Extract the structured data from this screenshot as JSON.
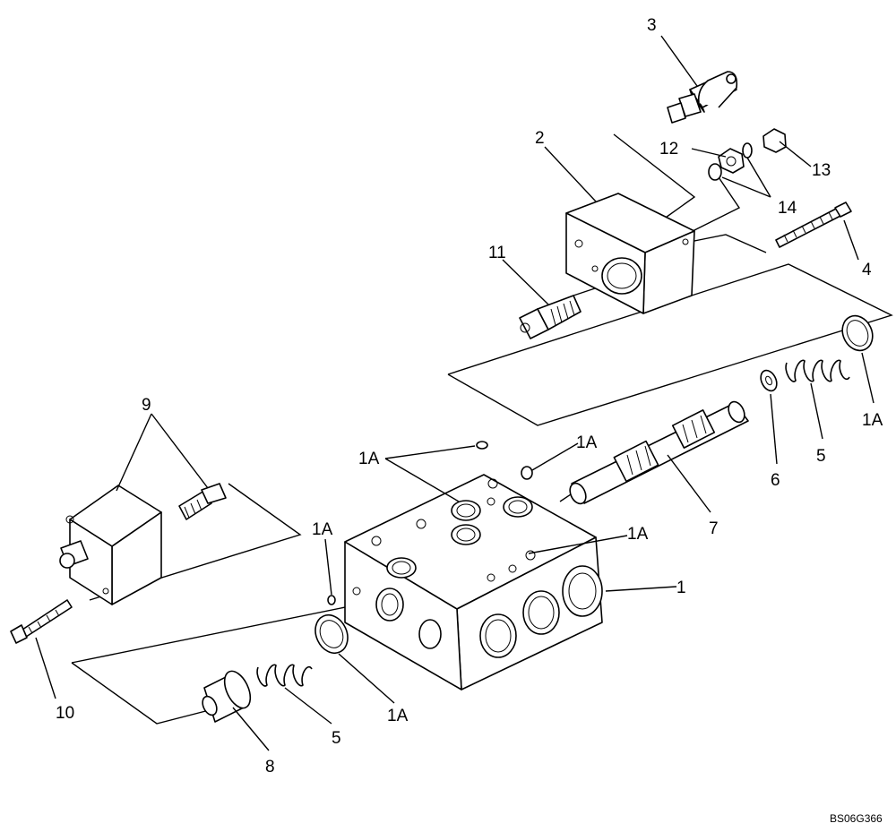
{
  "callouts": {
    "c1": "1",
    "c2": "2",
    "c3": "3",
    "c4": "4",
    "c5a": "5",
    "c5b": "5",
    "c6": "6",
    "c7": "7",
    "c8": "8",
    "c9": "9",
    "c10": "10",
    "c11": "11",
    "c12": "12",
    "c13": "13",
    "c14": "14",
    "c1a_top_left": "1A",
    "c1a_top_mid": "1A",
    "c1a_left": "1A",
    "c1a_right_body": "1A",
    "c1a_far_right": "1A",
    "c1a_bottom": "1A"
  },
  "reference_code": "BS06G366",
  "colors": {
    "line": "#000000",
    "fill": "#ffffff"
  }
}
